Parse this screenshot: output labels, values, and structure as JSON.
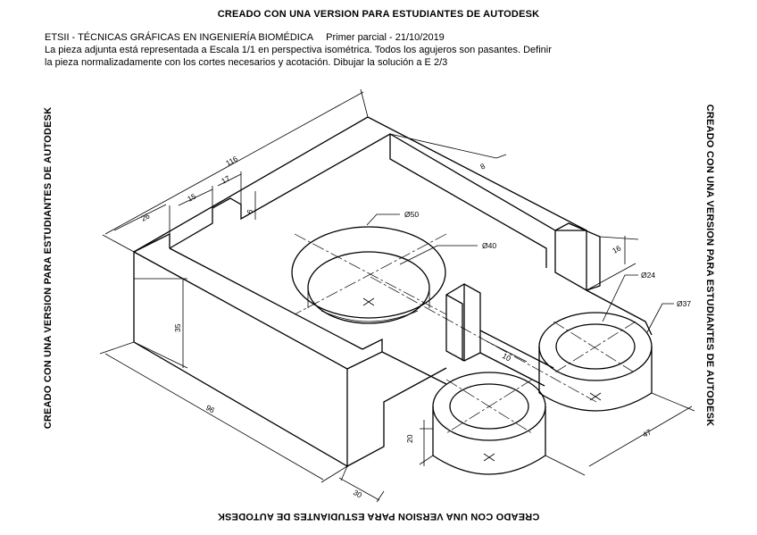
{
  "watermark": "CREADO CON UNA VERSION PARA ESTUDIANTES DE AUTODESK",
  "header": {
    "line1_title": "ETSII - TÉCNICAS GRÁFICAS EN INGENIERÍA BIOMÉDICA",
    "line1_exam": "Primer parcial - 21/10/2019",
    "line2": "La pieza adjunta está representada a Escala 1/1 en perspectiva isométrica. Todos los agujeros son pasantes. Definir",
    "line3": "la pieza normalizadamente con los cortes necesarios y acotación. Dibujar la solución a E 2/3"
  },
  "dimensions": {
    "d116": "116",
    "d26": "26",
    "d15": "15",
    "d17": "17",
    "d6": "6",
    "d8": "8",
    "d16": "16",
    "d35": "35",
    "d96": "96",
    "d20": "20",
    "d30": "30",
    "d10": "10",
    "d47": "47",
    "phi50": "Ø50",
    "phi40": "Ø40",
    "phi24": "Ø24",
    "phi37": "Ø37"
  }
}
